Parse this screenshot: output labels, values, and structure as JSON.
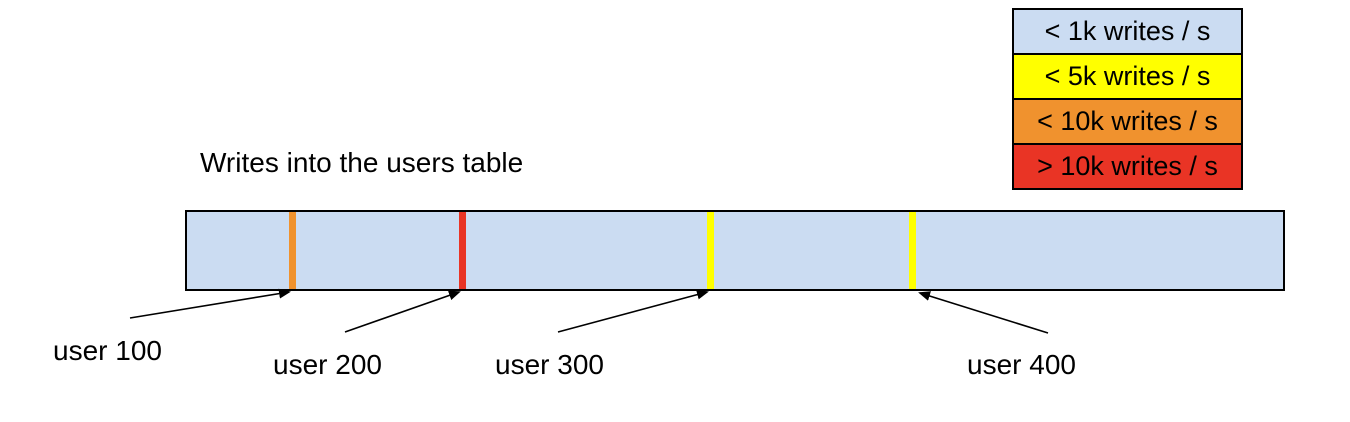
{
  "title": "Writes into the users table",
  "legend": {
    "items": [
      {
        "label": "< 1k writes / s",
        "color": "#cbdcf2"
      },
      {
        "label": "< 5k writes / s",
        "color": "#ffff00"
      },
      {
        "label": "< 10k writes / s",
        "color": "#f0922e"
      },
      {
        "label": "> 10k writes / s",
        "color": "#e93425"
      }
    ]
  },
  "bar": {
    "fill_color": "#cbdcf2",
    "border_color": "#000000"
  },
  "markers": [
    {
      "label": "user 100",
      "stripe_color": "#f0922e"
    },
    {
      "label": "user 200",
      "stripe_color": "#e93425"
    },
    {
      "label": "user 300",
      "stripe_color": "#ffff00"
    },
    {
      "label": "user 400",
      "stripe_color": "#ffff00"
    }
  ]
}
